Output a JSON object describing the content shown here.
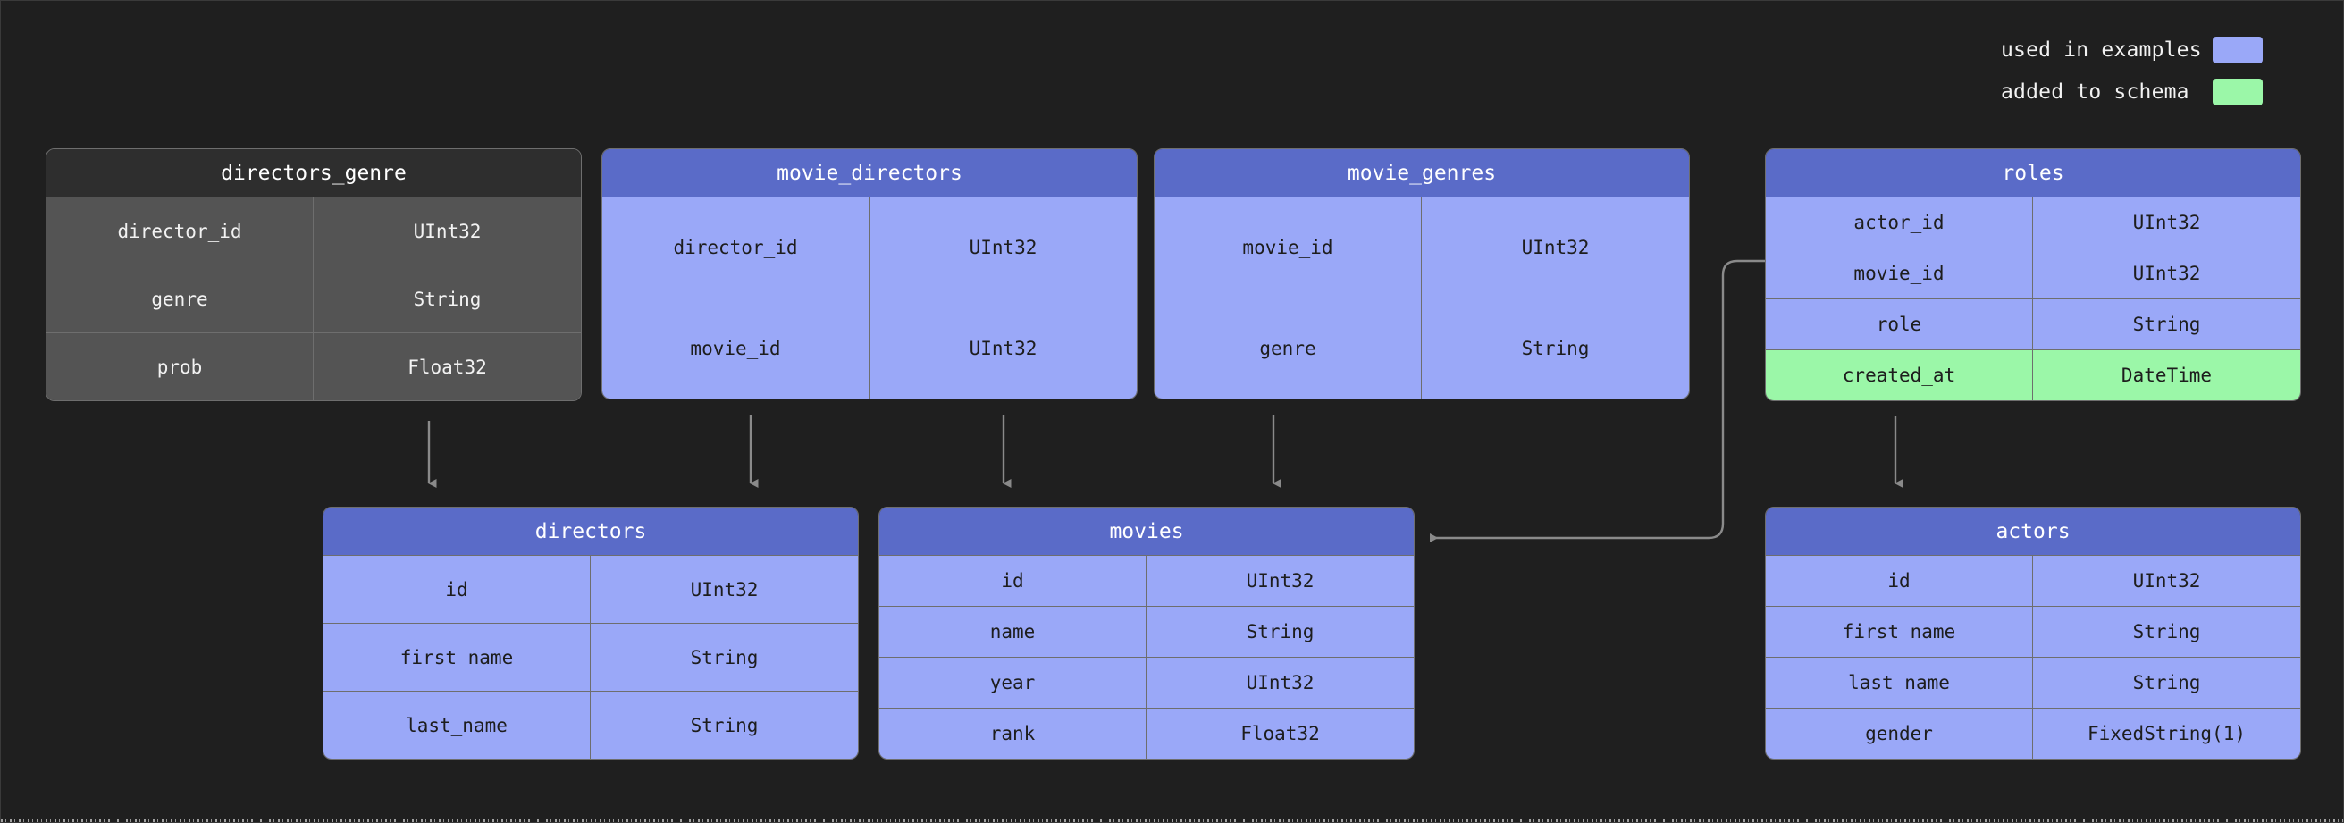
{
  "legend": {
    "items": [
      {
        "label": "used in examples",
        "color": "#9aa8f8",
        "icon": "blue-swatch"
      },
      {
        "label": "added to schema",
        "color": "#9bf7a8",
        "icon": "green-swatch"
      }
    ]
  },
  "colors": {
    "background": "#1f1f1f",
    "table_header_blue": "#5a6bc8",
    "table_body_blue": "#9aa8f8",
    "table_header_gray": "#2e2e2e",
    "table_body_gray": "#545454",
    "added_green": "#9bf7a8",
    "edge": "#8a8a8a",
    "border": "#6e6e6e"
  },
  "tables": [
    {
      "name": "directors_genre",
      "highlight": "none",
      "columns": [
        {
          "name": "director_id",
          "type": "UInt32",
          "state": "normal"
        },
        {
          "name": "genre",
          "type": "String",
          "state": "normal"
        },
        {
          "name": "prob",
          "type": "Float32",
          "state": "normal"
        }
      ]
    },
    {
      "name": "movie_directors",
      "highlight": "used",
      "columns": [
        {
          "name": "director_id",
          "type": "UInt32",
          "state": "normal"
        },
        {
          "name": "movie_id",
          "type": "UInt32",
          "state": "normal"
        }
      ]
    },
    {
      "name": "movie_genres",
      "highlight": "used",
      "columns": [
        {
          "name": "movie_id",
          "type": "UInt32",
          "state": "normal"
        },
        {
          "name": "genre",
          "type": "String",
          "state": "normal"
        }
      ]
    },
    {
      "name": "roles",
      "highlight": "used",
      "columns": [
        {
          "name": "actor_id",
          "type": "UInt32",
          "state": "normal"
        },
        {
          "name": "movie_id",
          "type": "UInt32",
          "state": "normal"
        },
        {
          "name": "role",
          "type": "String",
          "state": "normal"
        },
        {
          "name": "created_at",
          "type": "DateTime",
          "state": "added"
        }
      ]
    },
    {
      "name": "directors",
      "highlight": "used",
      "columns": [
        {
          "name": "id",
          "type": "UInt32",
          "state": "normal"
        },
        {
          "name": "first_name",
          "type": "String",
          "state": "normal"
        },
        {
          "name": "last_name",
          "type": "String",
          "state": "normal"
        }
      ]
    },
    {
      "name": "movies",
      "highlight": "used",
      "columns": [
        {
          "name": "id",
          "type": "UInt32",
          "state": "normal"
        },
        {
          "name": "name",
          "type": "String",
          "state": "normal"
        },
        {
          "name": "year",
          "type": "UInt32",
          "state": "normal"
        },
        {
          "name": "rank",
          "type": "Float32",
          "state": "normal"
        }
      ]
    },
    {
      "name": "actors",
      "highlight": "used",
      "columns": [
        {
          "name": "id",
          "type": "UInt32",
          "state": "normal"
        },
        {
          "name": "first_name",
          "type": "String",
          "state": "normal"
        },
        {
          "name": "last_name",
          "type": "String",
          "state": "normal"
        },
        {
          "name": "gender",
          "type": "FixedString(1)",
          "state": "normal"
        }
      ]
    }
  ],
  "relationships": [
    {
      "from": "directors_genre",
      "to": "directors"
    },
    {
      "from": "movie_directors",
      "to": "directors"
    },
    {
      "from": "movie_directors",
      "to": "movies"
    },
    {
      "from": "movie_genres",
      "to": "movies"
    },
    {
      "from": "roles",
      "to": "movies"
    },
    {
      "from": "roles",
      "to": "actors"
    }
  ]
}
